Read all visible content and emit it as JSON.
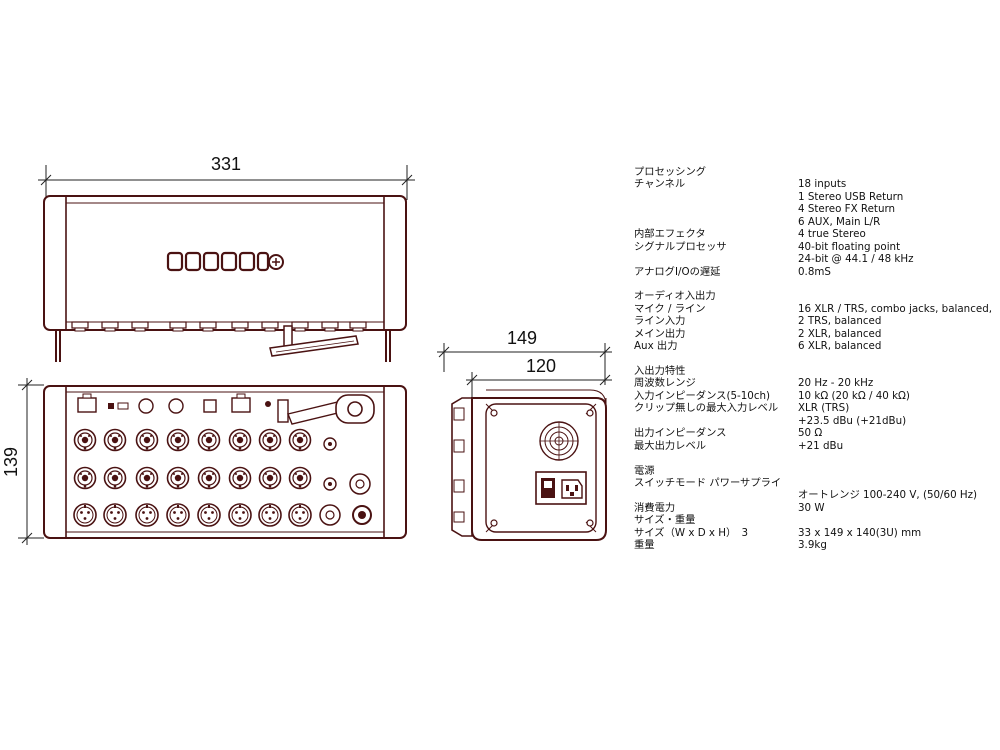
{
  "dimensions": {
    "width": "331",
    "height": "139",
    "depth": "149",
    "depth_inner": "120"
  },
  "logo_text": "mixer logo",
  "specs": [
    {
      "label": "プロセッシング",
      "value": ""
    },
    {
      "label": "チャンネル",
      "value": "18 inputs"
    },
    {
      "label": "",
      "value": "1 Stereo USB Return"
    },
    {
      "label": "",
      "value": "4 Stereo FX Return"
    },
    {
      "label": "",
      "value": "6 AUX, Main L/R"
    },
    {
      "label": "内部エフェクタ",
      "value": "4 true Stereo"
    },
    {
      "label": "シグナルプロセッサ",
      "value": "40-bit floating point"
    },
    {
      "label": "",
      "value": "24-bit @ 44.1 / 48 kHz"
    },
    {
      "label": "アナログI/Oの遅延",
      "value": "0.8mS"
    },
    {
      "label": "",
      "value": ""
    },
    {
      "label": "オーディオ入出力",
      "value": ""
    },
    {
      "label": "マイク / ライン",
      "value": "16 XLR / TRS, combo jacks, balanced,"
    },
    {
      "label": "ライン入力",
      "value": "2 TRS, balanced"
    },
    {
      "label": "メイン出力",
      "value": "2 XLR, balanced"
    },
    {
      "label": "Aux 出力",
      "value": "6 XLR, balanced"
    },
    {
      "label": "",
      "value": ""
    },
    {
      "label": "入出力特性",
      "value": ""
    },
    {
      "label": "周波数レンジ",
      "value": "20 Hz - 20 kHz"
    },
    {
      "label": "入力インピーダンス(5-10ch)",
      "value": "10 kΩ (20 kΩ / 40 kΩ)"
    },
    {
      "label": "クリップ無しの最大入力レベル",
      "value": "XLR (TRS)"
    },
    {
      "label": "",
      "value": "+23.5 dBu (+21dBu)"
    },
    {
      "label": "出力インピーダンス",
      "value": "50 Ω"
    },
    {
      "label": "最大出力レベル",
      "value": "+21 dBu"
    },
    {
      "label": "",
      "value": ""
    },
    {
      "label": "電源",
      "value": ""
    },
    {
      "label": "スイッチモード パワーサプライ",
      "value": ""
    },
    {
      "label": "",
      "value": "オートレンジ 100-240 V, (50/60 Hz)"
    },
    {
      "label": "消費電力",
      "value": "30 W"
    },
    {
      "label": "サイズ・重量",
      "value": ""
    },
    {
      "label": "サイズ（W x D x H）　3",
      "value": "33 x 149 x 140(3U) mm"
    },
    {
      "label": "重量",
      "value": "3.9kg"
    }
  ]
}
